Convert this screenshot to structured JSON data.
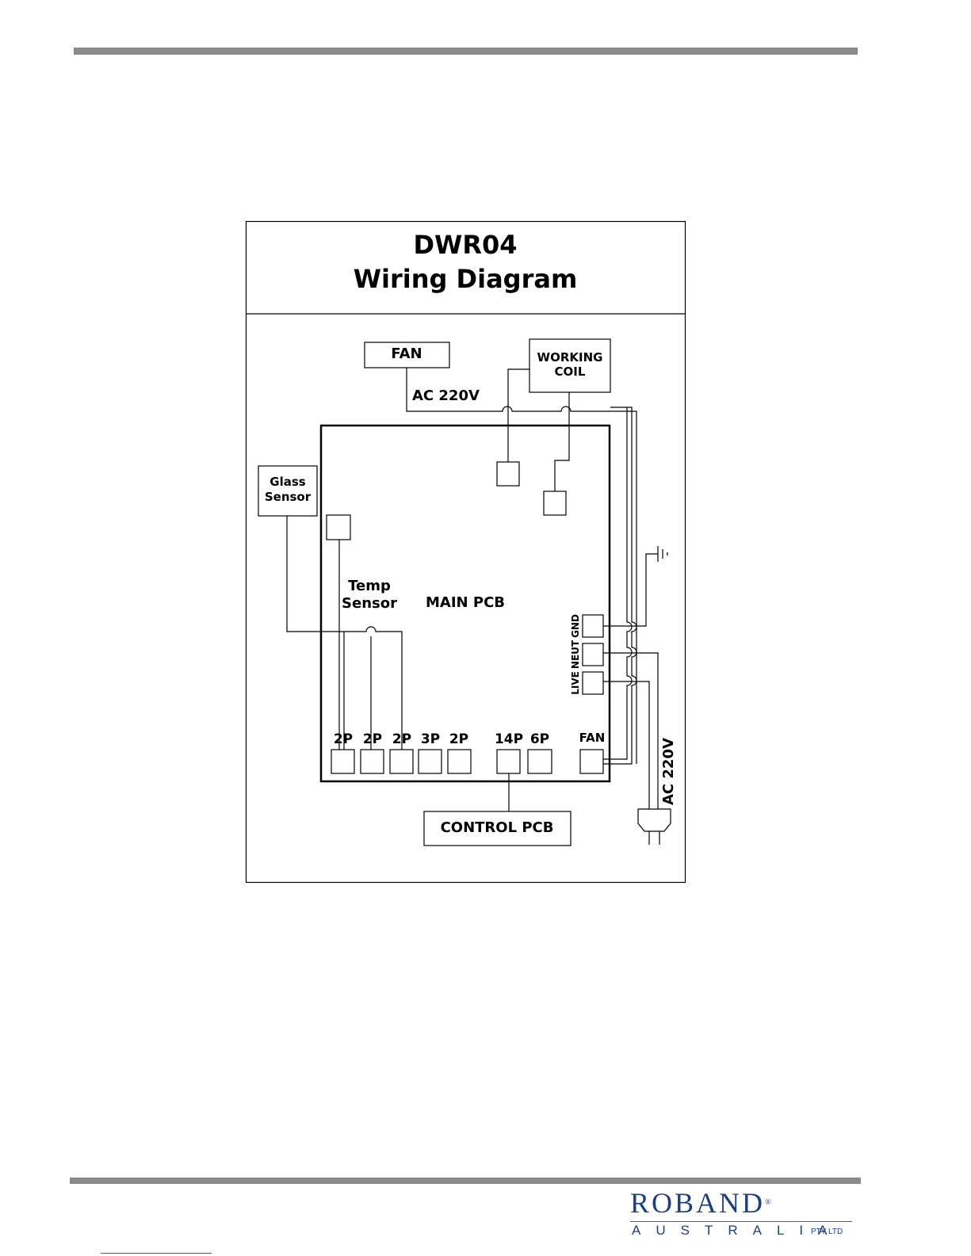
{
  "title": {
    "model": "DWR04",
    "subtitle": "Wiring Diagram"
  },
  "components": {
    "fan": "FAN",
    "working_coil_line1": "WORKING",
    "working_coil_line2": "COIL",
    "ac_top": "AC 220V",
    "glass_sensor_line1": "Glass",
    "glass_sensor_line2": "Sensor",
    "temp_sensor_line1": "Temp",
    "temp_sensor_line2": "Sensor",
    "main_pcb": "MAIN PCB",
    "control_pcb": "CONTROL PCB",
    "ac_right": "AC 220V"
  },
  "terminals": {
    "gnd": "GND",
    "neut": "NEUT",
    "live": "LIVE"
  },
  "connectors": [
    "2P",
    "2P",
    "2P",
    "3P",
    "2P",
    "14P",
    "6P",
    "FAN"
  ],
  "logo": {
    "brand": "ROBAND",
    "registered": "®",
    "country": "AUSTRALIA",
    "suffix": "PTY LTD"
  }
}
